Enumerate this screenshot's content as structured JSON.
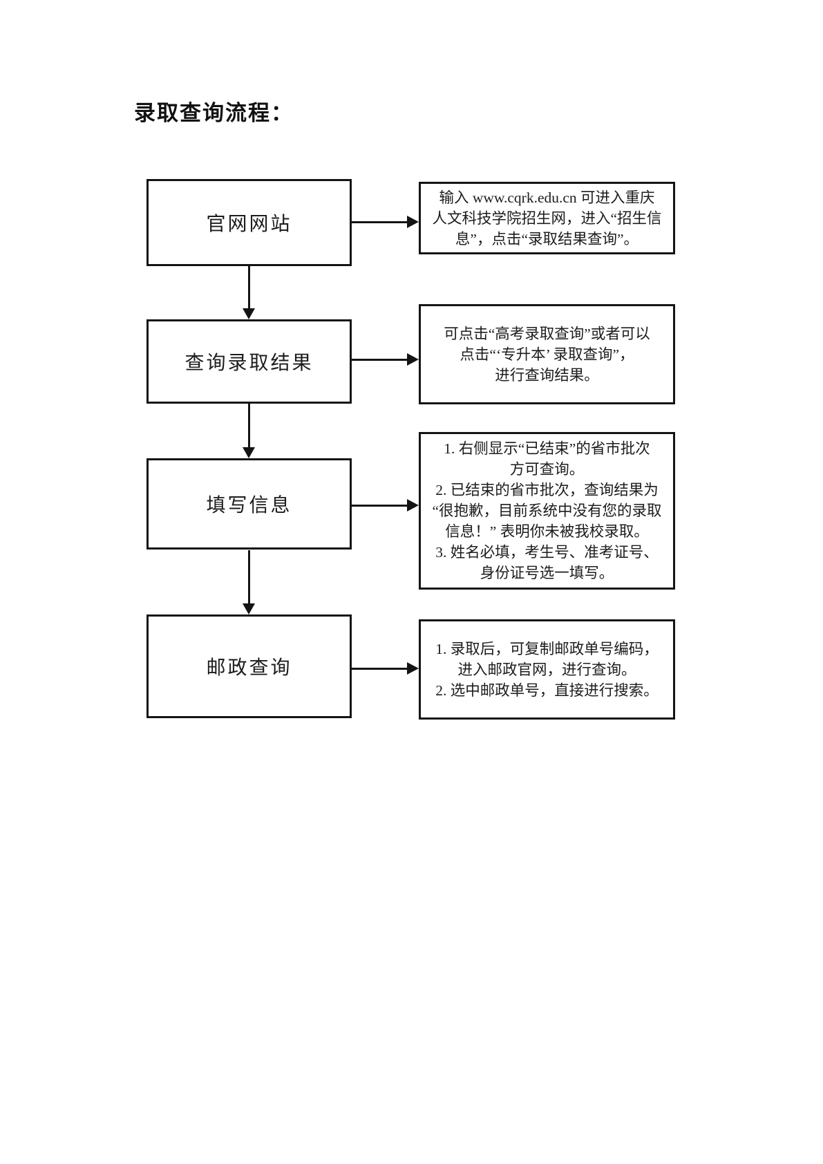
{
  "page": {
    "title": "录取查询流程："
  },
  "flowchart": {
    "steps": [
      {
        "id": "official-website",
        "label": "官网网站",
        "note_lines": [
          "输入 www.cqrk.edu.cn 可进入重庆",
          "人文科技学院招生网，进入“招生信",
          "息”，点击“录取结果查询”。"
        ]
      },
      {
        "id": "query-admission-result",
        "label": "查询录取结果",
        "note_lines": [
          "可点击“高考录取查询”或者可以",
          "点击“‘专升本’ 录取查询”，",
          "进行查询结果。"
        ]
      },
      {
        "id": "fill-in-information",
        "label": "填写信息",
        "note_lines": [
          "1. 右侧显示“已结束”的省市批次",
          "方可查询。",
          "2. 已结束的省市批次，查询结果为",
          "“很抱歉，目前系统中没有您的录取",
          "信息！” 表明你未被我校录取。",
          "3. 姓名必填，考生号、准考证号、",
          "身份证号选一填写。"
        ]
      },
      {
        "id": "postal-tracking",
        "label": "邮政查询",
        "note_lines": [
          "1. 录取后，可复制邮政单号编码，",
          "进入邮政官网，进行查询。",
          "2. 选中邮政单号，直接进行搜索。"
        ]
      }
    ]
  }
}
